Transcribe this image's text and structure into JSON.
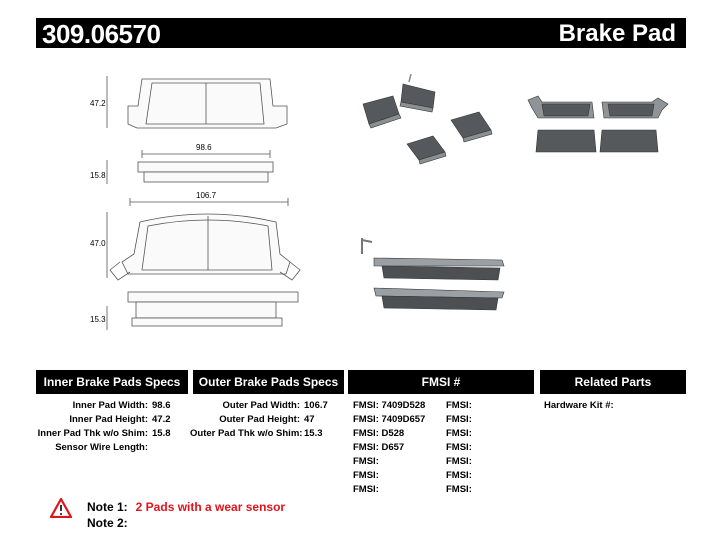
{
  "header": {
    "part_number": "309.06570",
    "product_type": "Brake Pad"
  },
  "drawing": {
    "inner_height": "47.2",
    "inner_width": "98.6",
    "inner_thickness": "15.8",
    "outer_width": "106.7",
    "outer_height": "47.0",
    "outer_thickness": "15.3"
  },
  "tables": {
    "inner": {
      "heading": "Inner Brake Pads Specs",
      "rows": [
        {
          "label": "Inner Pad Width:",
          "value": "98.6"
        },
        {
          "label": "Inner Pad Height:",
          "value": "47.2"
        },
        {
          "label": "Inner Pad Thk w/o Shim:",
          "value": "15.8"
        },
        {
          "label": "Sensor Wire Length:",
          "value": ""
        }
      ]
    },
    "outer": {
      "heading": "Outer Brake Pads Specs",
      "rows": [
        {
          "label": "Outer Pad Width:",
          "value": "106.7"
        },
        {
          "label": "Outer Pad Height:",
          "value": "47"
        },
        {
          "label": "Outer Pad Thk w/o Shim:",
          "value": "15.3"
        }
      ]
    },
    "fmsi": {
      "heading": "FMSI #",
      "col1": [
        "FMSI:  7409D528",
        "FMSI:  7409D657",
        "FMSI:  D528",
        "FMSI:  D657",
        "FMSI:",
        "FMSI:",
        "FMSI:"
      ],
      "col2": [
        "FMSI:",
        "FMSI:",
        "FMSI:",
        "FMSI:",
        "FMSI:",
        "FMSI:",
        "FMSI:"
      ]
    },
    "related": {
      "heading": "Related Parts",
      "rows": [
        "Hardware Kit #:"
      ]
    }
  },
  "notes": {
    "note1_label": "Note 1:",
    "note1_text": "2 Pads with a wear sensor",
    "note2_label": "Note 2:",
    "note_color": "#e0141c"
  }
}
